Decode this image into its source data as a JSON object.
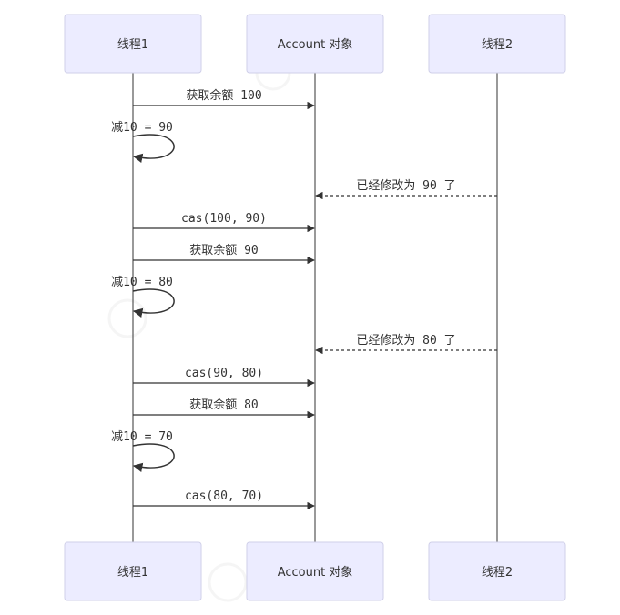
{
  "diagram": {
    "type": "sequence",
    "participants": [
      {
        "id": "t1",
        "label": "线程1"
      },
      {
        "id": "acc",
        "label": "Account 对象"
      },
      {
        "id": "t2",
        "label": "线程2"
      }
    ],
    "messages": [
      {
        "from": "t1",
        "to": "acc",
        "label": "获取余额 100",
        "style": "solid"
      },
      {
        "from": "t1",
        "to": "t1",
        "label": "减10 = 90",
        "style": "self"
      },
      {
        "from": "t2",
        "to": "acc",
        "label": "已经修改为 90 了",
        "style": "dashed"
      },
      {
        "from": "t1",
        "to": "acc",
        "label": "cas(100, 90)",
        "style": "solid"
      },
      {
        "from": "t1",
        "to": "acc",
        "label": "获取余额 90",
        "style": "solid"
      },
      {
        "from": "t1",
        "to": "t1",
        "label": "减10 = 80",
        "style": "self"
      },
      {
        "from": "t2",
        "to": "acc",
        "label": "已经修改为 80 了",
        "style": "dashed"
      },
      {
        "from": "t1",
        "to": "acc",
        "label": "cas(90, 80)",
        "style": "solid"
      },
      {
        "from": "t1",
        "to": "acc",
        "label": "获取余额 80",
        "style": "solid"
      },
      {
        "from": "t1",
        "to": "t1",
        "label": "减10 = 70",
        "style": "self"
      },
      {
        "from": "t1",
        "to": "acc",
        "label": "cas(80, 70)",
        "style": "solid"
      }
    ]
  },
  "colors": {
    "actor_fill": "#ececff",
    "actor_stroke": "#cfcfe8",
    "line": "#333333"
  }
}
